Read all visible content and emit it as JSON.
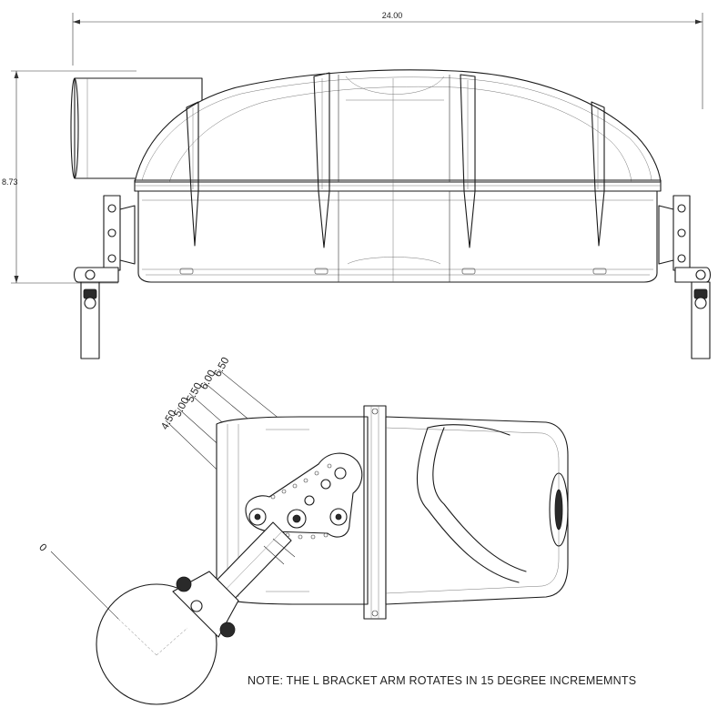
{
  "dimensions": {
    "overall_width": "24.00",
    "overall_height": "8.73"
  },
  "angle_labels": [
    "0",
    "4.50",
    "5.00",
    "5.50",
    "6.00",
    "6.50"
  ],
  "note": "NOTE: THE L BRACKET ARM ROTATES IN 15 DEGREE INCREMEMNTS"
}
